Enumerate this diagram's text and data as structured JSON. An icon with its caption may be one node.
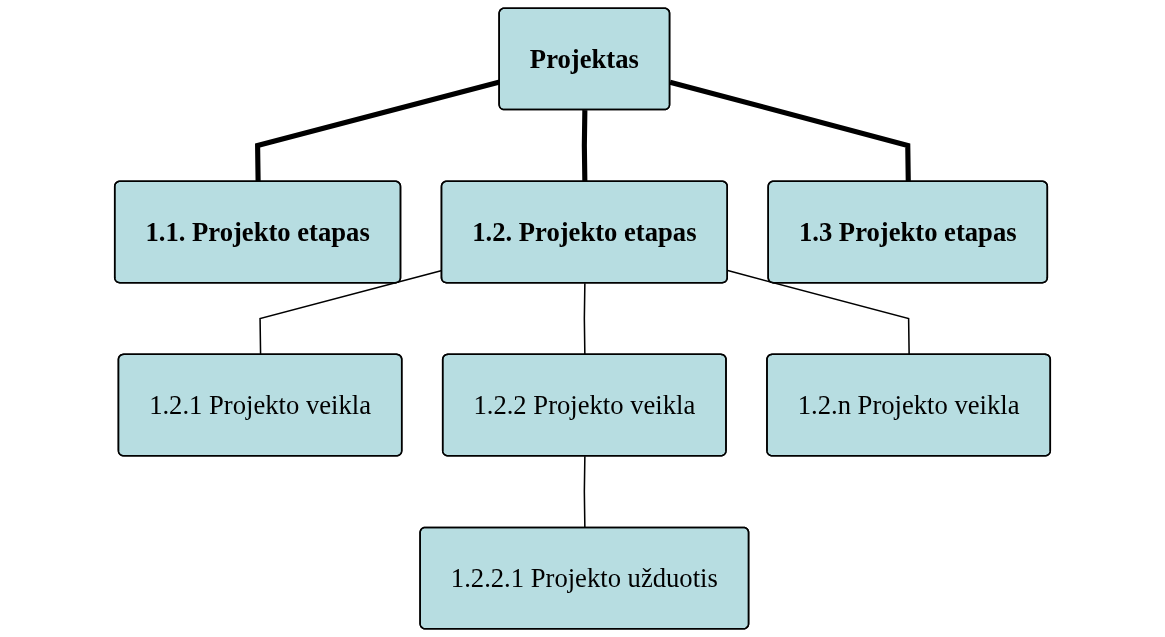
{
  "diagram": {
    "nodes": [
      {
        "text": [
          "Projektas"
        ]
      },
      {
        "text": [
          "1.1. Projekto etapas"
        ]
      },
      {
        "text": [
          "1.2. Projekto etapas"
        ]
      },
      {
        "text": [
          "1.3 Projekto etapas"
        ]
      },
      {
        "text": [
          "1.2.1 Projekto veikla"
        ]
      },
      {
        "text": [
          "1.2.2 Projekto veikla"
        ]
      },
      {
        "text": [
          "1.2.n Projekto veikla"
        ]
      },
      {
        "text": [
          "1.2.2.1 Projekto užduotis"
        ]
      }
    ],
    "edges": [
      {
        "from": 0,
        "to": 1,
        "arrow": "none",
        "style": "thick"
      },
      {
        "from": 0,
        "to": 2,
        "arrow": "none",
        "style": "thick"
      },
      {
        "from": 0,
        "to": 3,
        "arrow": "none",
        "style": "thick"
      },
      {
        "from": 2,
        "to": 4,
        "arrow": "none"
      },
      {
        "from": 2,
        "to": 5,
        "arrow": "none"
      },
      {
        "from": 2,
        "to": 6,
        "arrow": "none"
      },
      {
        "from": 5,
        "to": 7,
        "arrow": "none"
      }
    ]
  }
}
